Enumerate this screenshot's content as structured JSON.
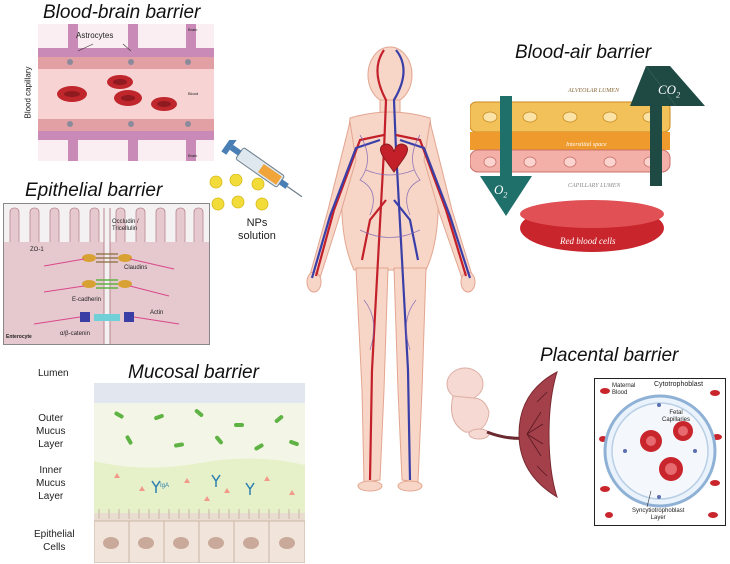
{
  "bbb": {
    "title": "Blood-brain barrier",
    "astrocytes": "Astrocytes",
    "capillary": "Blood capillary",
    "brain_top": "Brain",
    "blood": "Blood",
    "brain_bottom": "Brain"
  },
  "epithelial": {
    "title": "Epithelial barrier",
    "zo1": "ZO-1",
    "occludin": "Occludin / Tricellulin",
    "claudins": "Claudins",
    "ecadherin": "E-cadherin",
    "actin": "Actin",
    "catenin": "α/β-catenin",
    "enterocyte": "Enterocyte"
  },
  "mucosal": {
    "title": "Mucosal barrier",
    "lumen": "Lumen",
    "outer1": "Outer",
    "outer2": "Mucus",
    "outer3": "Layer",
    "inner1": "Inner",
    "inner2": "Mucus",
    "inner3": "Layer",
    "iga": "IgA",
    "epi1": "Epithelial",
    "epi2": "Cells"
  },
  "nps": {
    "line1": "NPs",
    "line2": "solution"
  },
  "bab": {
    "title": "Blood-air barrier",
    "alveolar": "ALVEOLAR LUMEN",
    "interstitial": "Interstitial space",
    "capillary": "CAPILLARY LUMEN",
    "rbc": "Red blood cells",
    "co2": "CO",
    "co2_sub": "2",
    "o2": "O",
    "o2_sub": "2"
  },
  "placental": {
    "title": "Placental barrier",
    "maternal1": "Maternal",
    "maternal2": "Blood",
    "cyto": "Cytotrophoblast",
    "fetal1": "Fetal",
    "fetal2": "Capillaries",
    "syncytio1": "Syncytiotrophoblast",
    "syncytio2": "Layer"
  }
}
